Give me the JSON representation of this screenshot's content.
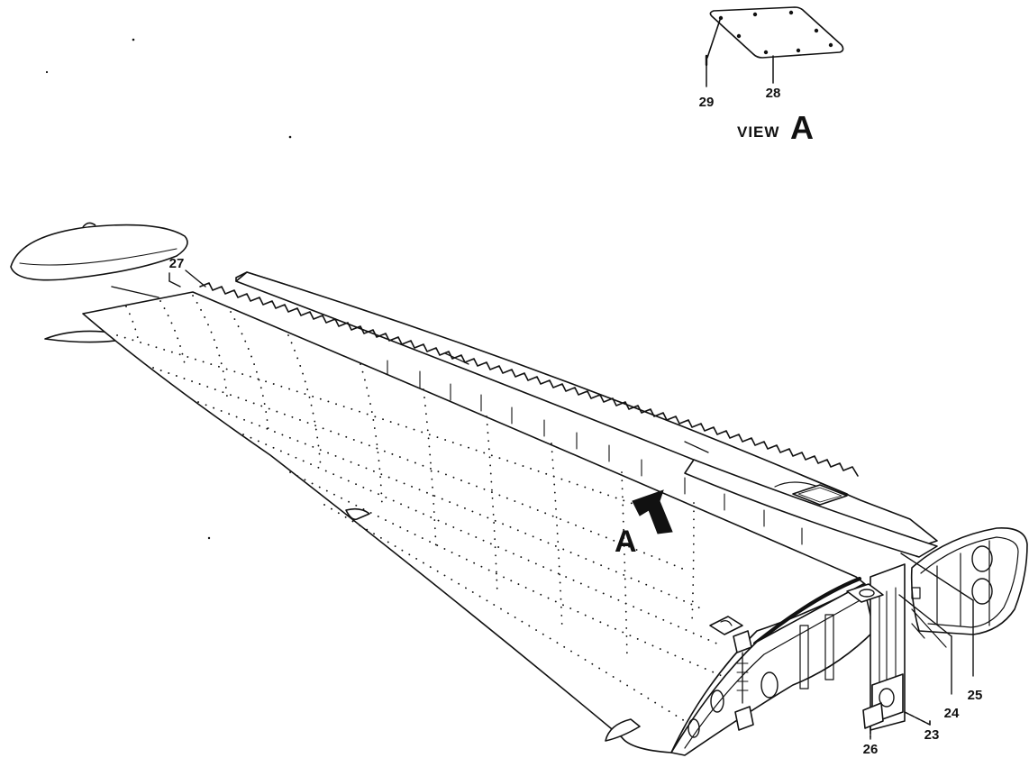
{
  "detail_view": {
    "caption_word": "VIEW",
    "caption_letter": "A"
  },
  "view_marker": {
    "letter": "A"
  },
  "callouts": [
    {
      "id": "23",
      "text": "23"
    },
    {
      "id": "24",
      "text": "24"
    },
    {
      "id": "25",
      "text": "25"
    },
    {
      "id": "26",
      "text": "26"
    },
    {
      "id": "27",
      "text": "27"
    },
    {
      "id": "28",
      "text": "28"
    },
    {
      "id": "29",
      "text": "29"
    }
  ]
}
